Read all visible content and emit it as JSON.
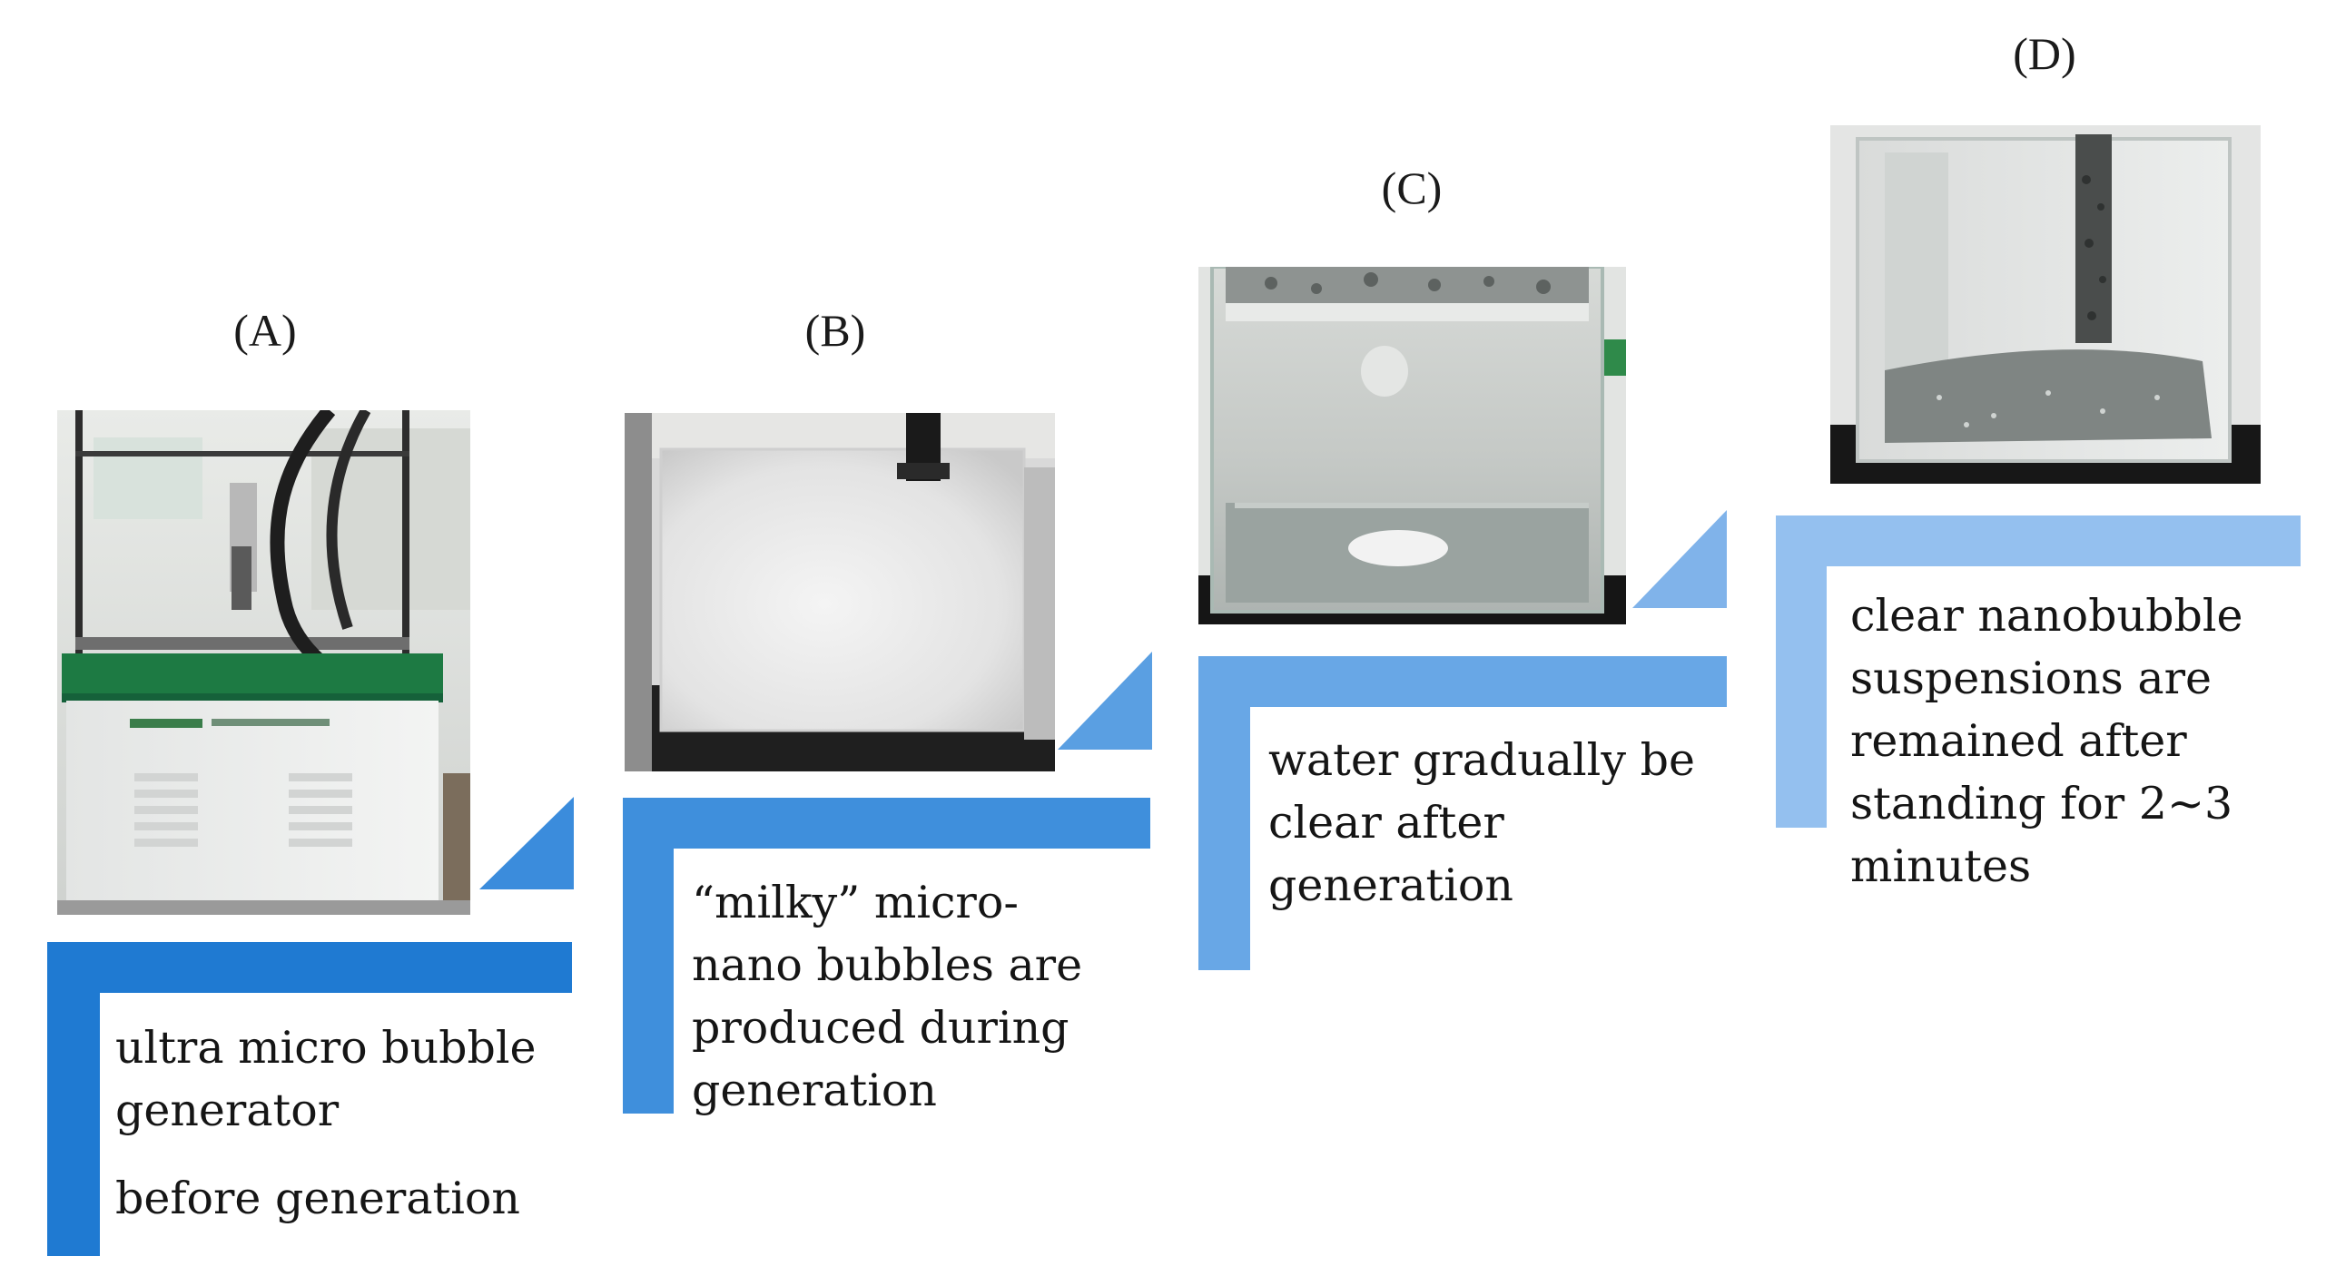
{
  "colors": {
    "step_a": "#1f7ad2",
    "step_b": "#3f8fdc",
    "step_c": "#68a7e6",
    "step_d": "#94c0ef"
  },
  "panels": [
    {
      "label": "(A)",
      "photo": "ultra-micro-bubble-generator-photo",
      "caption_lines": [
        "ultra micro bubble",
        "generator",
        "before generation"
      ]
    },
    {
      "label": "(B)",
      "photo": "milky-tank-photo",
      "caption_lines": [
        "“milky” micro-",
        "nano bubbles are",
        "produced during",
        "generation"
      ]
    },
    {
      "label": "(C)",
      "photo": "clearing-tank-photo",
      "caption_lines": [
        "water gradually be",
        "clear after",
        "generation"
      ]
    },
    {
      "label": "(D)",
      "photo": "clear-tank-photo",
      "caption_lines": [
        "clear nanobubble",
        "suspensions are",
        "remained after",
        "standing for 2~3",
        "minutes"
      ]
    }
  ]
}
